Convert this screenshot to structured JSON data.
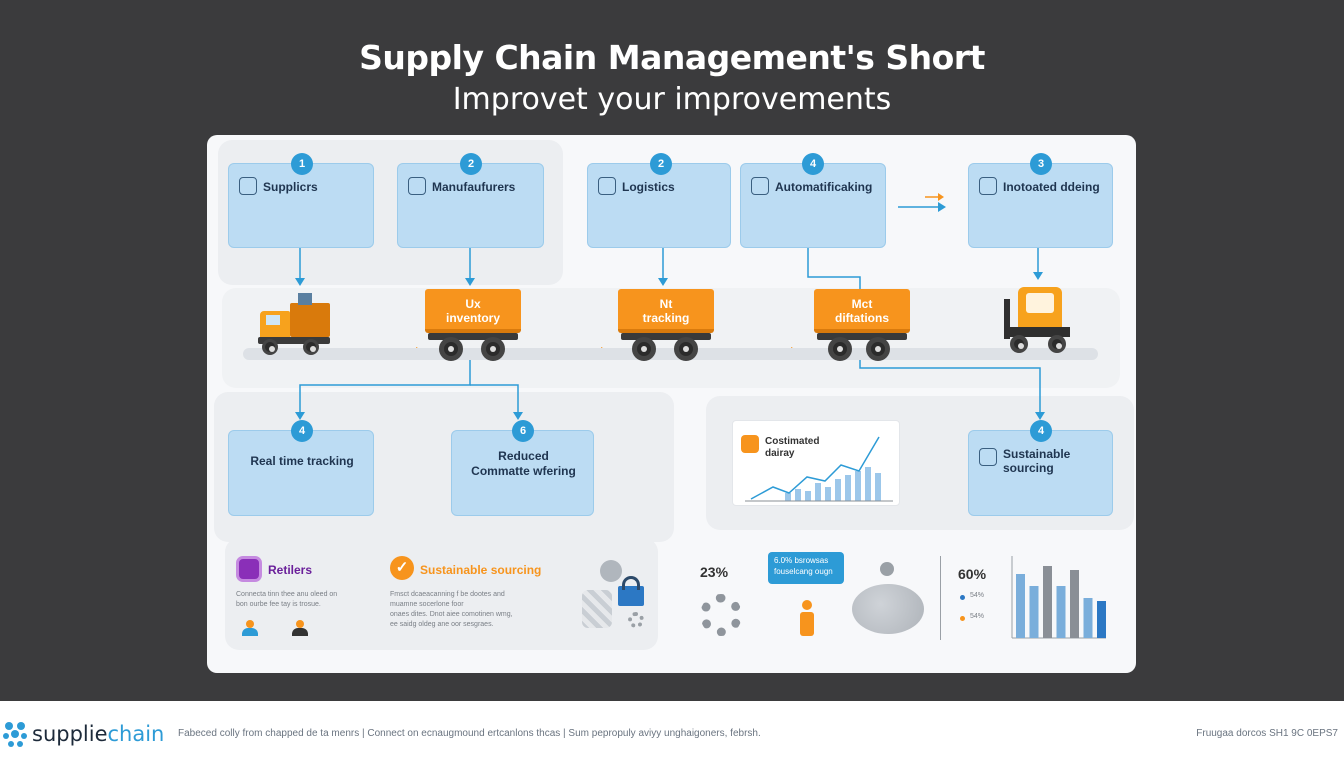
{
  "header": {
    "title": "Supply Chain Management's Short",
    "subtitle": "Improvet your improvements"
  },
  "top_steps": [
    {
      "num": "1",
      "title": "Supplicrs",
      "icon": "supplier-icon"
    },
    {
      "num": "2",
      "title": "Manufaufurers",
      "icon": "factory-icon"
    },
    {
      "num": "2",
      "title": "Logistics",
      "icon": "truck-icon"
    },
    {
      "num": "4",
      "title": "Automatificaking",
      "icon": "gauge-icon"
    },
    {
      "num": "3",
      "title": "Inotoated ddeing",
      "icon": "check-icon"
    }
  ],
  "blocks": [
    {
      "line1": "Ux",
      "line2": "inventory"
    },
    {
      "line1": "Nt",
      "line2": "tracking"
    },
    {
      "line1": "Mct",
      "line2": "diftations"
    }
  ],
  "bottom_steps": [
    {
      "num": "4",
      "title": "Real time tracking"
    },
    {
      "num": "6",
      "title": "Reduced",
      "title2": "Commatte wfering"
    },
    {
      "num": "4",
      "title": "Sustainable",
      "title2": "sourcing"
    }
  ],
  "mini_chart": {
    "label1": "Costimated",
    "label2": "dairay",
    "icon": "alert-icon"
  },
  "legend": {
    "retailers": {
      "label": "Retilers",
      "icon": "retail-icon",
      "text1": "Connecta tinn thee anu oleed on",
      "text2": "bon ourbe fee tay is trosue."
    },
    "sourcing": {
      "label": "Sustainable sourcing",
      "icon": "check-circle-icon",
      "text1": "Fmsct dcaeacanning f be dootes and",
      "text2": "muamne socerlone foor",
      "text3": "onaes dites. Dnot aiee comotinen wmg,",
      "text4": "ee saidg oldeg ane oor sesgraes."
    }
  },
  "stats": {
    "left_value": "23%",
    "bubble_line1": "6.0% bsrowsas",
    "bubble_line2": "fouselcang ougn",
    "right_value": "60%",
    "legend_a": "54%",
    "legend_b": "54%"
  },
  "chart_data": {
    "type": "bar",
    "title": "",
    "categories": [
      "",
      "",
      "",
      "",
      "",
      ""
    ],
    "values": [
      64,
      52,
      72,
      52,
      68,
      40,
      37
    ],
    "colors": {
      "blue": "#7aaedb",
      "gray": "#8a8f96",
      "dark_blue": "#2c78c4"
    }
  },
  "footer": {
    "logo_part1": "supplie",
    "logo_part2": "chain",
    "line": "Fabeced colly from chapped de ta menrs  |  Connect on ecnaugmound ertcanlons thcas  |  Sum pepropuly aviyy unghaigoners, febrsh.",
    "right": "Fruugaa dorcos SH1 9C 0EPS7"
  },
  "colors": {
    "accent_orange": "#f7941d",
    "accent_blue": "#2d9bd6",
    "card_blue": "#bcdcf3"
  }
}
